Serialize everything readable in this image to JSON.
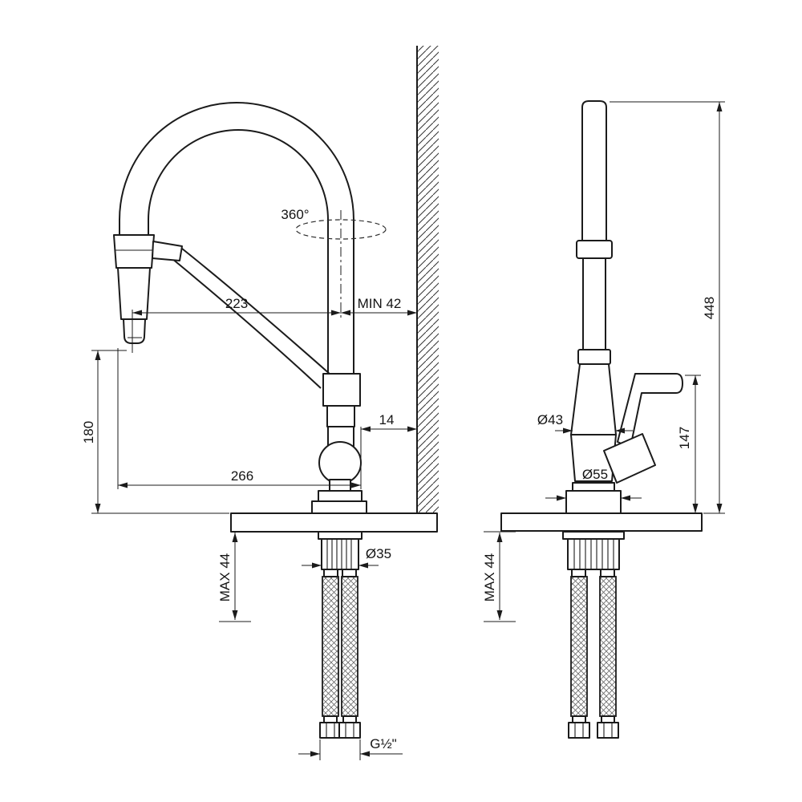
{
  "page": {
    "background": "#ffffff",
    "line_color": "#1b1b1b"
  },
  "drawing": {
    "type": "technical-drawing",
    "subject": "kitchen pull-out faucet, side and front installation views",
    "side_view": {
      "swivel_label": "360°",
      "spout_reach": "223",
      "min_wall_distance": "MIN 42",
      "outlet_height": "180",
      "body_offset": "14",
      "total_reach": "266",
      "max_deck_thickness": "MAX 44",
      "hole_diameter": "Ø35",
      "thread_size": "G½\""
    },
    "front_view": {
      "total_height": "448",
      "handle_height": "147",
      "body_diameter": "Ø43",
      "base_diameter": "Ø55",
      "max_deck_thickness": "MAX 44"
    }
  }
}
